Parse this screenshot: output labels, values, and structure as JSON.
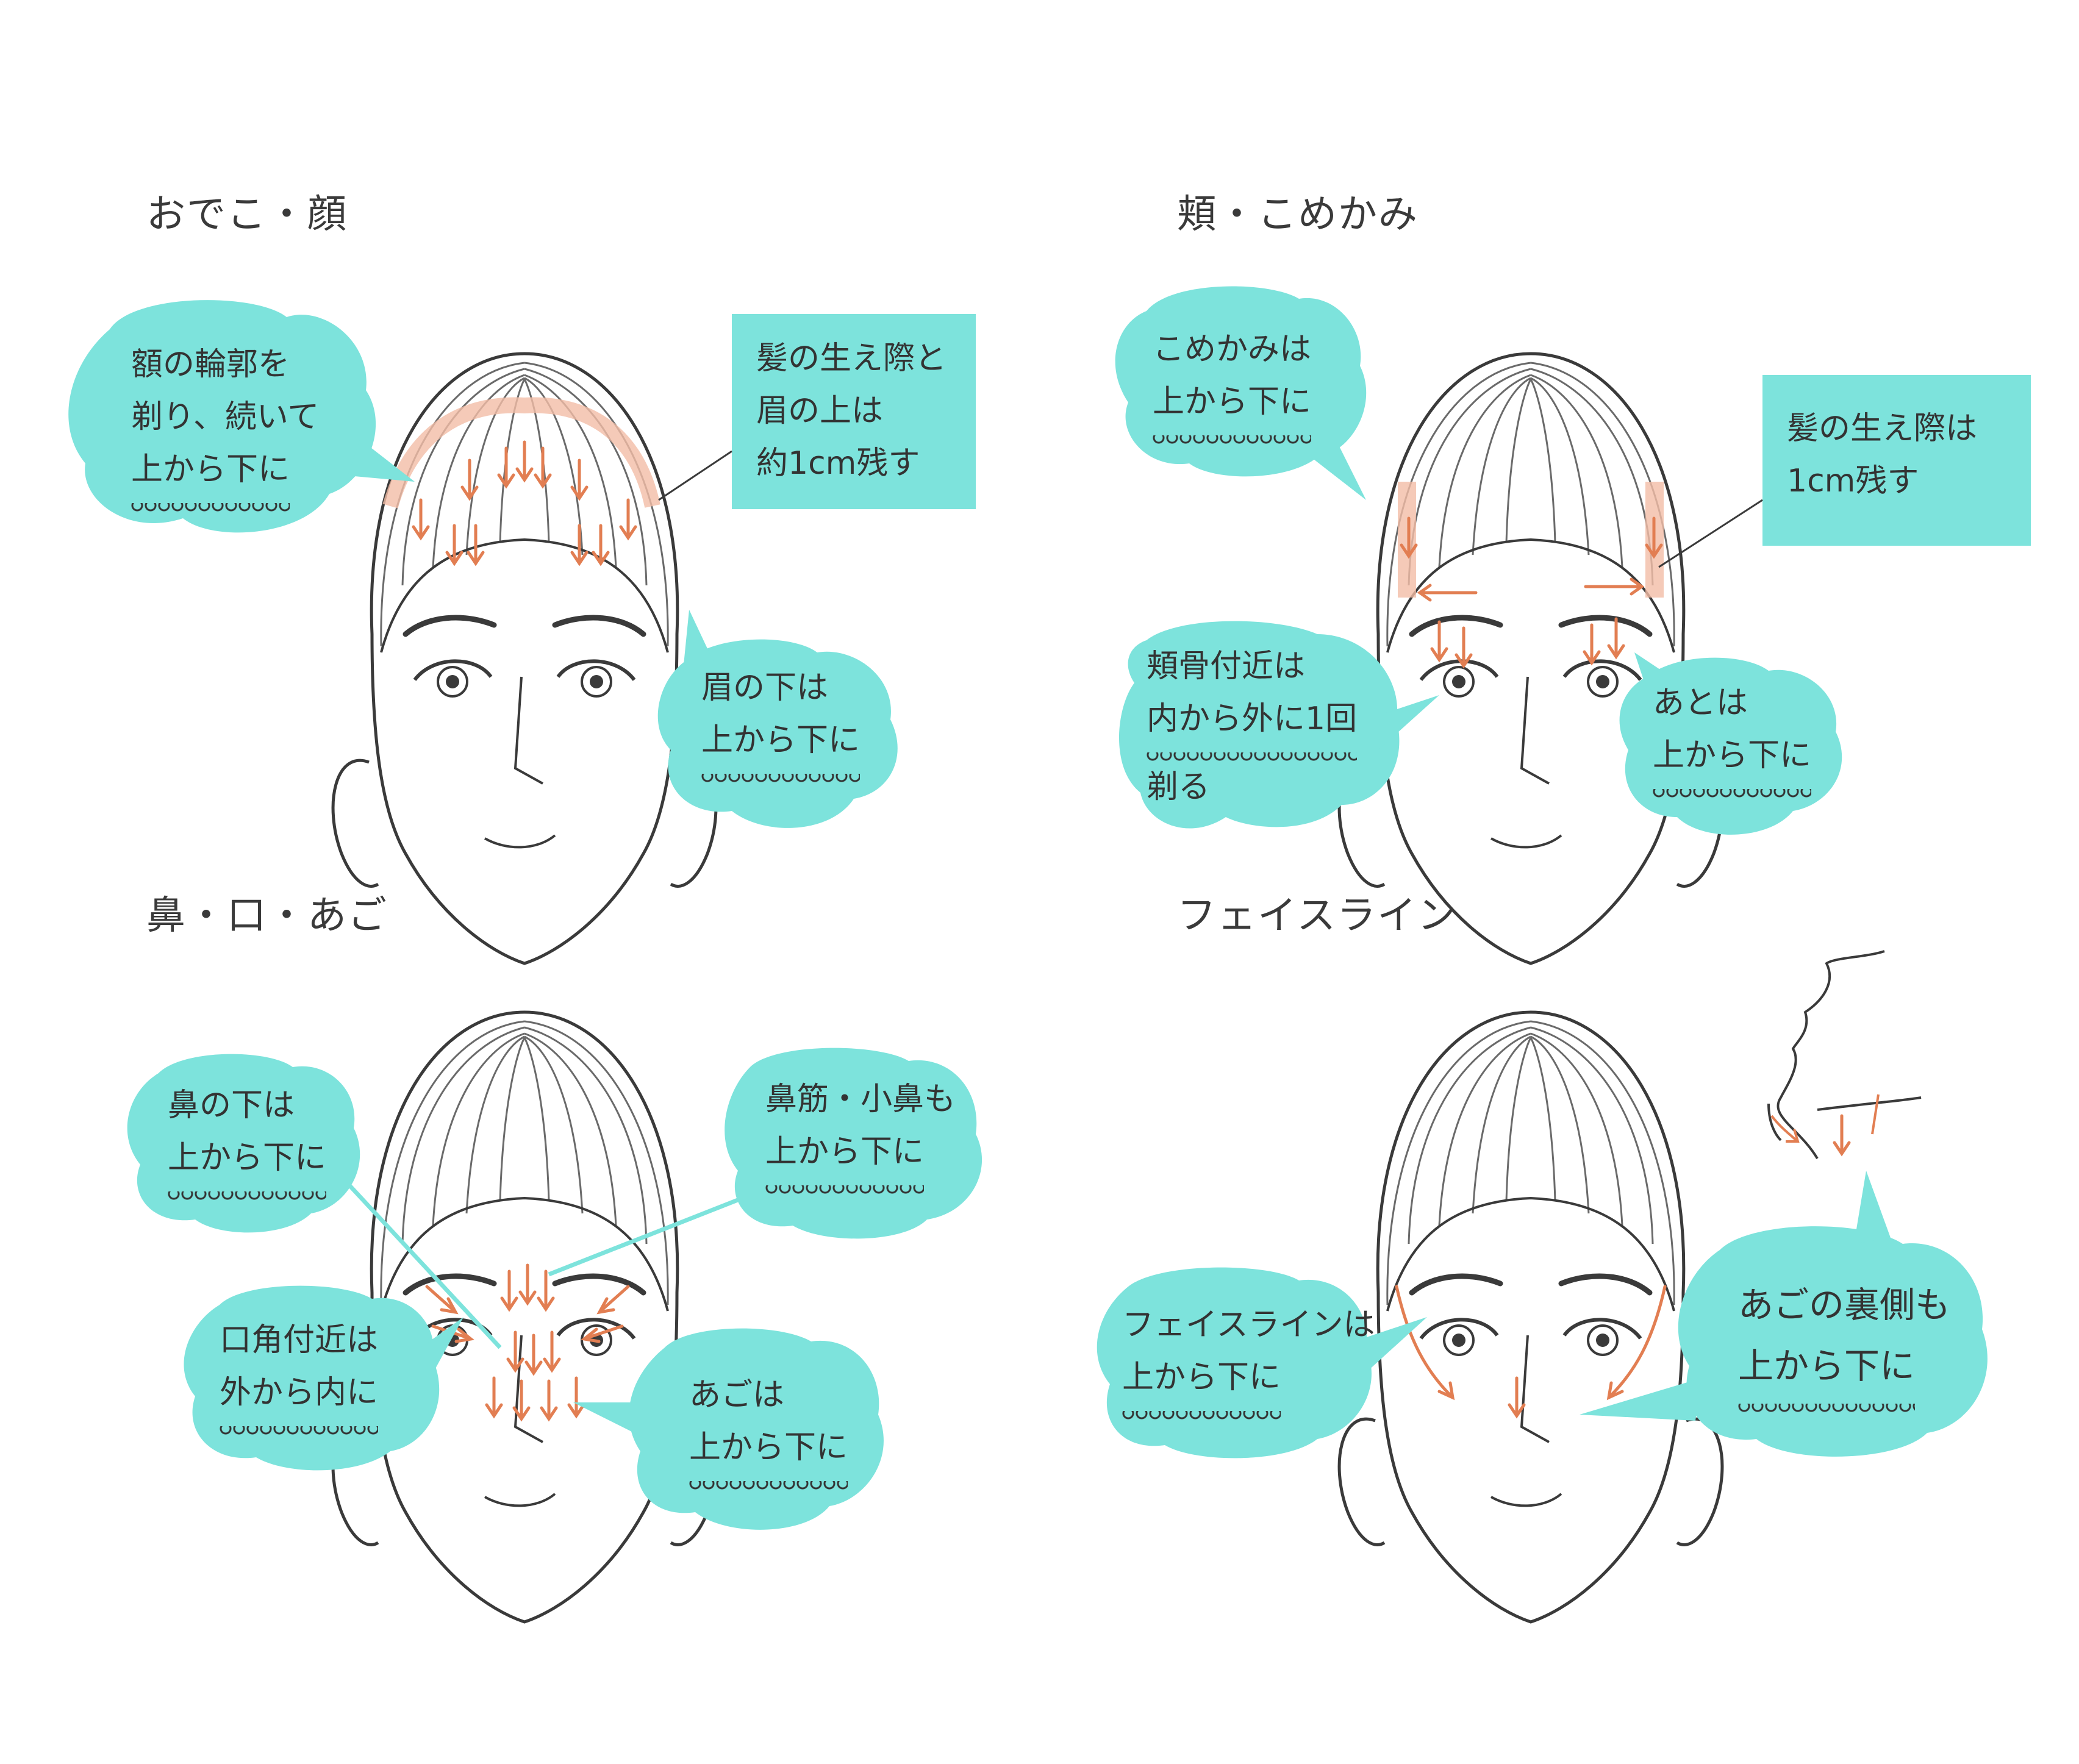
{
  "colors": {
    "bubble": "#7de3dc",
    "accent": "#e27e52",
    "highlight": "#f3bda6",
    "ink": "#3a3a3a"
  },
  "panels": [
    {
      "title": "おでこ・顔",
      "notes": [
        {
          "lines": [
            "額の輪郭を",
            "剃り、続いて",
            "上から下に"
          ]
        },
        {
          "lines": [
            "髪の生え際と",
            "眉の上は",
            "約1cm残す"
          ]
        },
        {
          "lines": [
            "眉の下は",
            "上から下に"
          ]
        }
      ]
    },
    {
      "title": "頬・こめかみ",
      "notes": [
        {
          "lines": [
            "こめかみは",
            "上から下に"
          ]
        },
        {
          "lines": [
            "髪の生え際は",
            "1cm残す"
          ]
        },
        {
          "lines": [
            "頬骨付近は",
            "内から外に1回",
            "剃る"
          ]
        },
        {
          "lines": [
            "あとは",
            "上から下に"
          ]
        }
      ]
    },
    {
      "title": "鼻・口・あご",
      "notes": [
        {
          "lines": [
            "鼻の下は",
            "上から下に"
          ]
        },
        {
          "lines": [
            "鼻筋・小鼻も",
            "上から下に"
          ]
        },
        {
          "lines": [
            "口角付近は",
            "外から内に"
          ]
        },
        {
          "lines": [
            "あごは",
            "上から下に"
          ]
        }
      ]
    },
    {
      "title": "フェイスライン",
      "notes": [
        {
          "lines": [
            "フェイスラインは",
            "上から下に"
          ]
        },
        {
          "lines": [
            "あごの裏側も",
            "上から下に"
          ]
        }
      ]
    }
  ]
}
